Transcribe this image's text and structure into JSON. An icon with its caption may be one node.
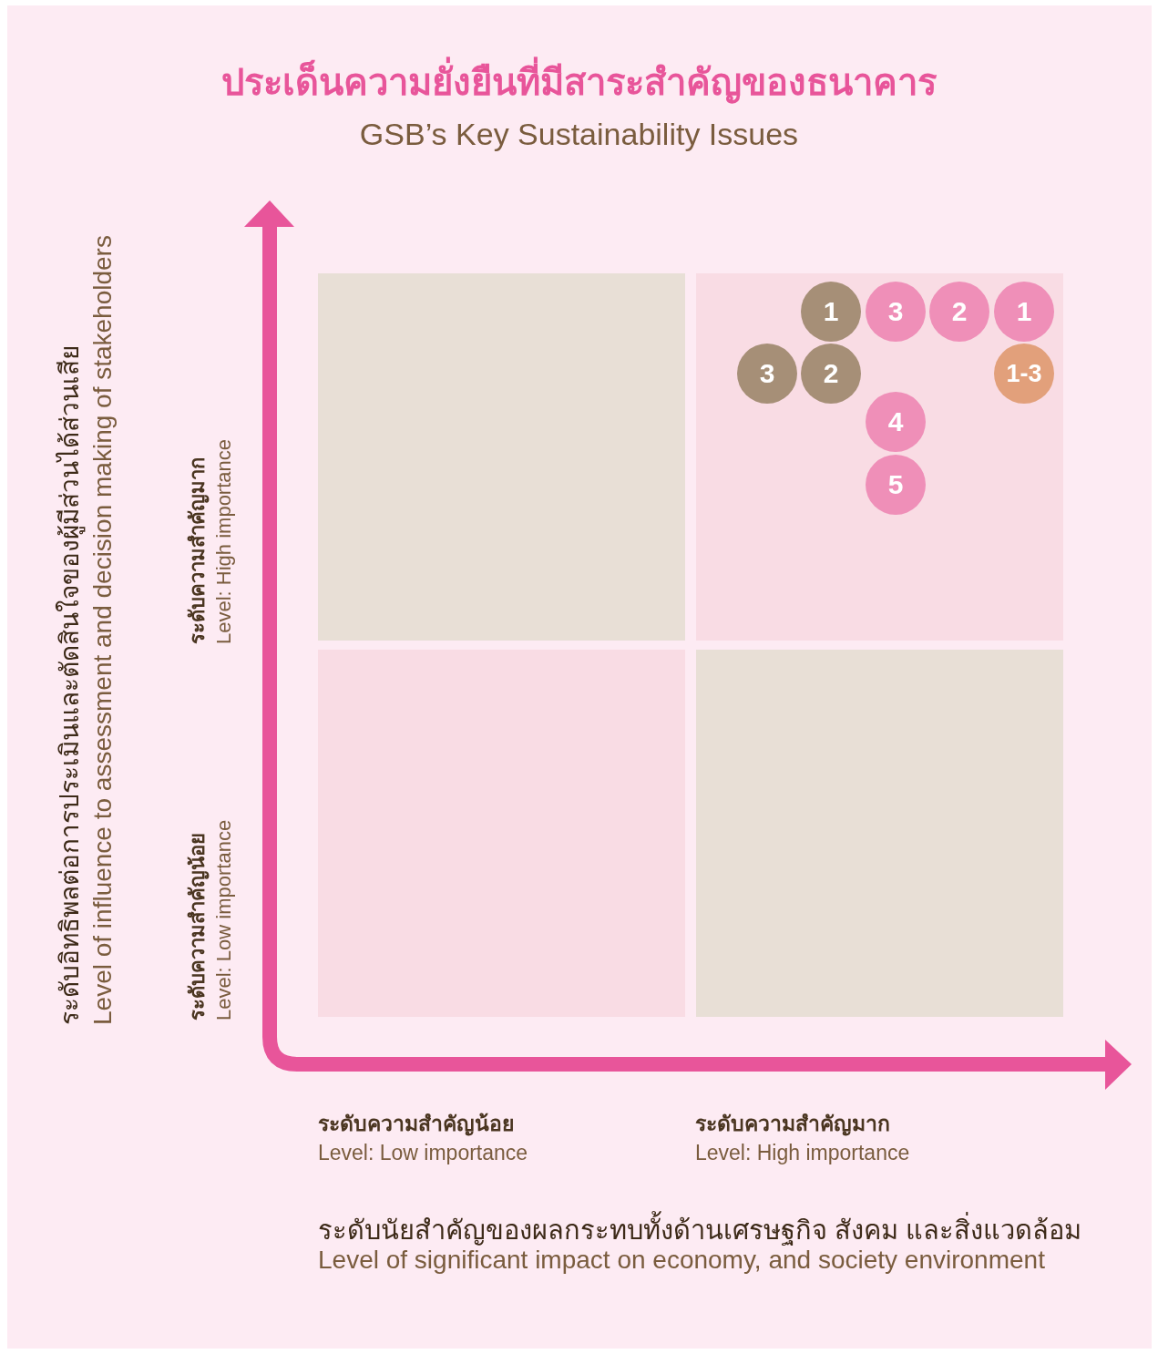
{
  "diagram": {
    "title": "ประเด็นความยั่งยืนที่มีสาระสำคัญของธนาคาร",
    "nodes": [
      {
        "text": [
          "1"
        ]
      },
      {
        "text": [
          "3"
        ]
      },
      {
        "text": [
          "2"
        ]
      },
      {
        "text": [
          "1"
        ]
      },
      {
        "text": [
          "3"
        ]
      },
      {
        "text": [
          "2"
        ]
      },
      {
        "text": [
          "1-3"
        ]
      },
      {
        "text": [
          "4"
        ]
      },
      {
        "text": [
          "5"
        ]
      }
    ],
    "edges": [],
    "labels": [
      "GSB’s Key Sustainability Issues",
      "ระดับอิทธิพลต่อการประเมินและตัดสินใจของผู้มีส่วนได้ส่วนเสีย",
      "Level of influence to assessment and decision making of stakeholders",
      "ระดับความสำคัญมาก",
      "Level: High importance",
      "ระดับความสำคัญน้อย",
      "Level: Low importance",
      "ระดับความสำคัญน้อย",
      "Level: Low importance",
      "ระดับความสำคัญมาก",
      "Level: High importance",
      "ระดับนัยสำคัญของผลกระทบทั้งด้านเศรษฐกิจ สังคม และสิ่งแวดล้อม",
      "Level of significant impact on economy, and society environment"
    ]
  }
}
